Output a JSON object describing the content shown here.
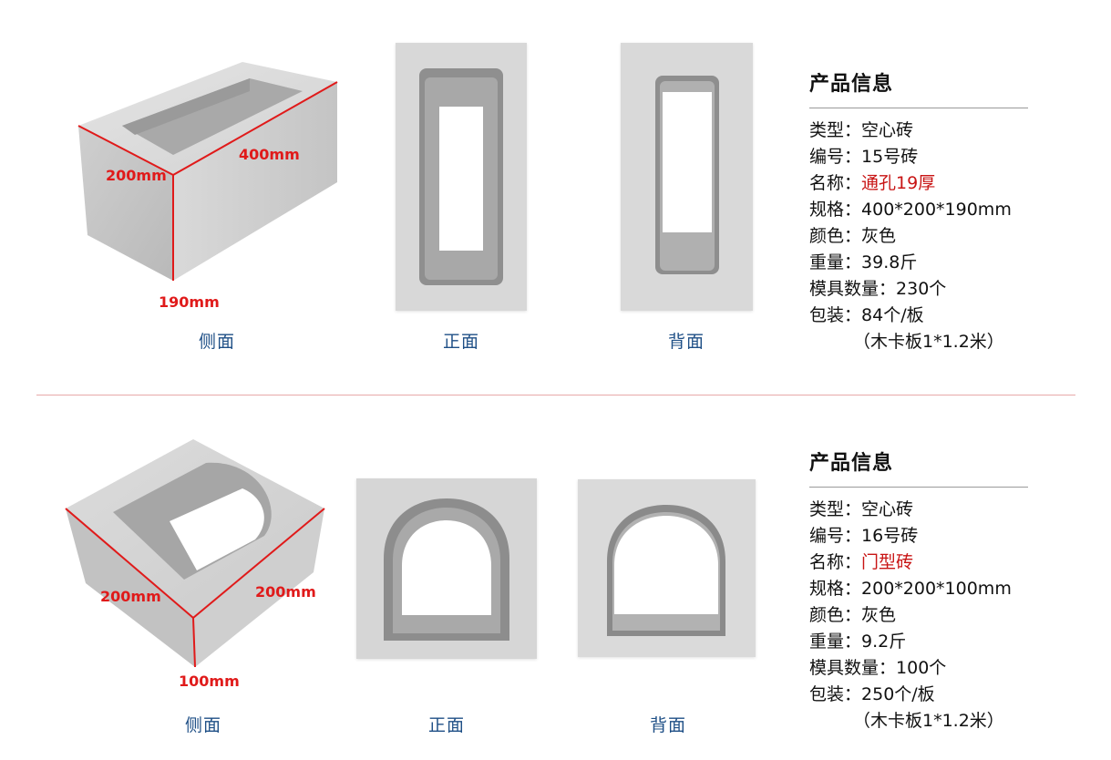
{
  "products": [
    {
      "views": {
        "side": "侧面",
        "front": "正面",
        "back": "背面"
      },
      "dims": {
        "length": "400mm",
        "height": "200mm",
        "width": "190mm"
      },
      "info": {
        "title": "产品信息",
        "type_label": "类型：",
        "type_value": "空心砖",
        "code_label": "编号：",
        "code_value": "15号砖",
        "name_label": "名称：",
        "name_value": "通孔19厚",
        "spec_label": "规格：",
        "spec_value": "400*200*190mm",
        "color_label": "颜色：",
        "color_value": "灰色",
        "weight_label": "重量：",
        "weight_value": "39.8斤",
        "mold_label": "模具数量：",
        "mold_value": "230个",
        "pack_label": "包装：",
        "pack_value": "84个/板",
        "pack_note": "（木卡板1*1.2米）"
      }
    },
    {
      "views": {
        "side": "侧面",
        "front": "正面",
        "back": "背面"
      },
      "dims": {
        "length": "200mm",
        "height": "200mm",
        "width": "100mm"
      },
      "info": {
        "title": "产品信息",
        "type_label": "类型：",
        "type_value": "空心砖",
        "code_label": "编号：",
        "code_value": "16号砖",
        "name_label": "名称：",
        "name_value": "门型砖",
        "spec_label": "规格：",
        "spec_value": "200*200*100mm",
        "color_label": "颜色：",
        "color_value": "灰色",
        "weight_label": "重量：",
        "weight_value": "9.2斤",
        "mold_label": "模具数量：",
        "mold_value": "100个",
        "pack_label": "包装：",
        "pack_value": "250个/板",
        "pack_note": "（木卡板1*1.2米）"
      }
    }
  ],
  "colors": {
    "accent_red": "#e01a1a",
    "label_blue": "#1e4f86",
    "concrete": "#c9c9c9"
  }
}
